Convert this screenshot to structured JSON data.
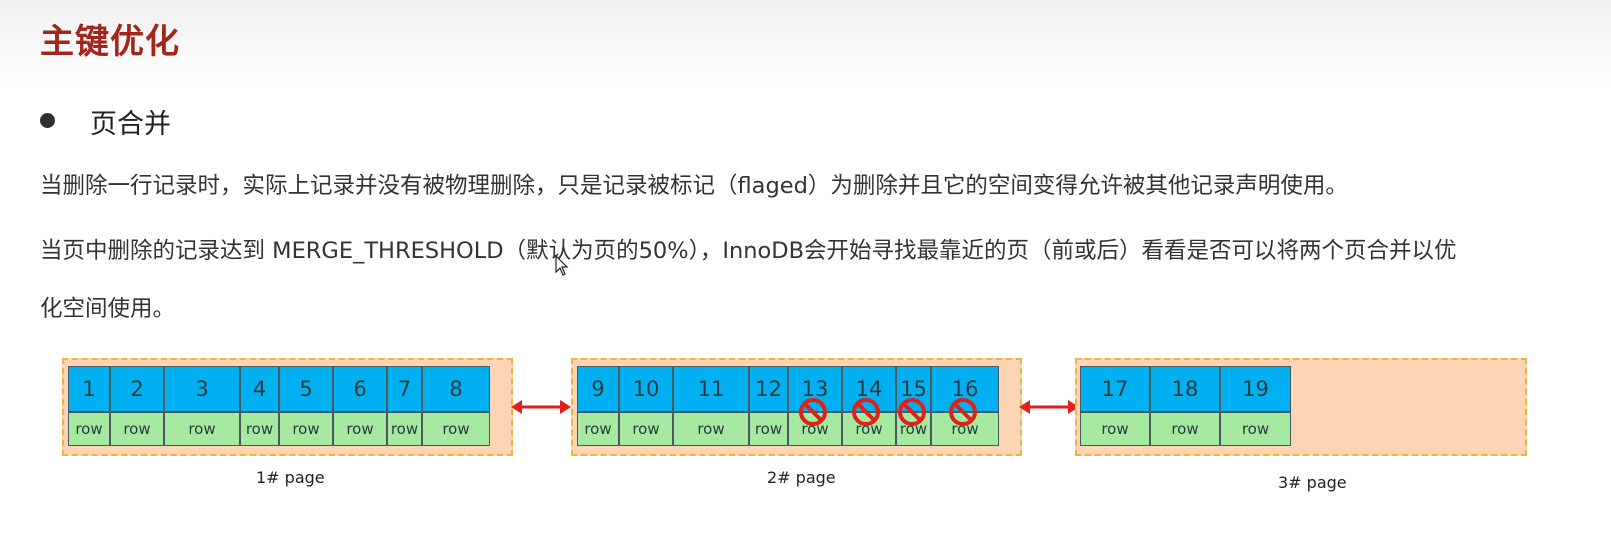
{
  "title": "主键优化",
  "section": "页合并",
  "paragraphs": {
    "p1": "当删除一行记录时，实际上记录并没有被物理删除，只是记录被标记（flaged）为删除并且它的空间变得允许被其他记录声明使用。",
    "p2": "当页中删除的记录达到 MERGE_THRESHOLD（默认为页的50%），InnoDB会开始寻找最靠近的页（前或后）看看是否可以将两个页合并以优",
    "p3": "化空间使用。"
  },
  "pages": [
    {
      "label": "1#  page",
      "records": [
        {
          "id": "1",
          "row": "row"
        },
        {
          "id": "2",
          "row": "row"
        },
        {
          "id": "3",
          "row": "row"
        },
        {
          "id": "4",
          "row": "row"
        },
        {
          "id": "5",
          "row": "row"
        },
        {
          "id": "6",
          "row": "row"
        },
        {
          "id": "7",
          "row": "row"
        },
        {
          "id": "8",
          "row": "row"
        }
      ]
    },
    {
      "label": "2#  page",
      "records": [
        {
          "id": "9",
          "row": "row",
          "deleted": false
        },
        {
          "id": "10",
          "row": "row",
          "deleted": false
        },
        {
          "id": "11",
          "row": "row",
          "deleted": false
        },
        {
          "id": "12",
          "row": "row",
          "deleted": false
        },
        {
          "id": "13",
          "row": "row",
          "deleted": true
        },
        {
          "id": "14",
          "row": "row",
          "deleted": true
        },
        {
          "id": "15",
          "row": "row",
          "deleted": true
        },
        {
          "id": "16",
          "row": "row",
          "deleted": true
        }
      ]
    },
    {
      "label": "3#  page",
      "records": [
        {
          "id": "17",
          "row": "row"
        },
        {
          "id": "18",
          "row": "row"
        },
        {
          "id": "19",
          "row": "row"
        }
      ]
    }
  ],
  "icons": {
    "deleted_marker": "prohibited-icon",
    "link_arrow": "double-arrow-icon",
    "cursor": "mouse-cursor-icon"
  },
  "colors": {
    "title": "#a3261c",
    "page_bg": "#fcd5b4",
    "page_border": "#f3b23c",
    "record_id_bg": "#00b0f0",
    "record_row_bg": "#a6e9a0",
    "arrow": "#e0201a",
    "prohibited": "#e0201a"
  }
}
